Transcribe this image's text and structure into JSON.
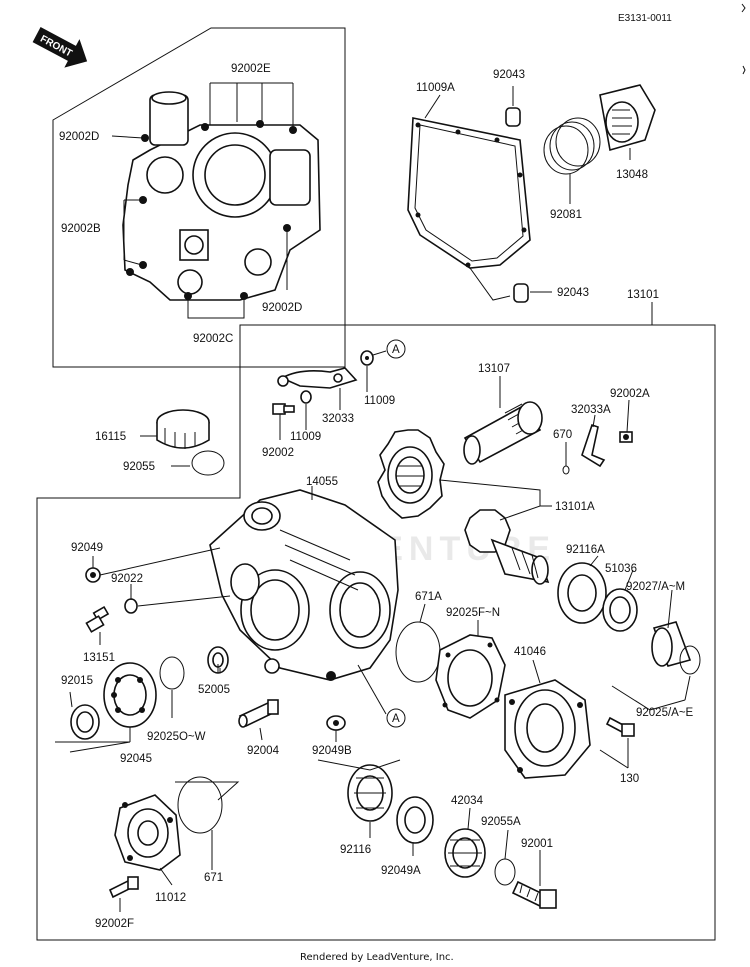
{
  "ref_code": "E3131-0011",
  "front_label": "FRONT",
  "watermark": "LEADVENTURE",
  "footer": "Rendered by LeadVenture, Inc.",
  "group_label": "13101",
  "callout_a": "A",
  "parts": {
    "p92002E": "92002E",
    "p92002D_top": "92002D",
    "p92002B": "92002B",
    "p92002D_bottom": "92002D",
    "p92002C": "92002C",
    "p11009A": "11009A",
    "p92043_top": "92043",
    "p13048": "13048",
    "p92081": "92081",
    "p92043_bottom": "92043",
    "p11009_a": "11009",
    "p11009_b": "11009",
    "p32033": "32033",
    "p92002": "92002",
    "p13107": "13107",
    "p32033A": "32033A",
    "p92002A": "92002A",
    "p670": "670",
    "p16115": "16115",
    "p92055": "92055",
    "p14055": "14055",
    "p13101A": "13101A",
    "p92049": "92049",
    "p92022": "92022",
    "p92116A": "92116A",
    "p51036": "51036",
    "p92027": "92027/A~M",
    "p671A": "671A",
    "p92025F": "92025F~N",
    "p13151": "13151",
    "p41046": "41046",
    "p92015": "92015",
    "p52005": "52005",
    "p92025O": "92025O~W",
    "p92045": "92045",
    "p92004": "92004",
    "p92049B": "92049B",
    "p92025A": "92025/A~E",
    "p130": "130",
    "p671": "671",
    "p42034": "42034",
    "p92055A": "92055A",
    "p92001": "92001",
    "p92116": "92116",
    "p92049A": "92049A",
    "p11012": "11012",
    "p92002F": "92002F"
  }
}
